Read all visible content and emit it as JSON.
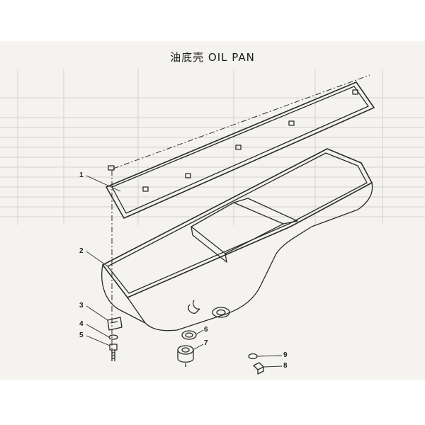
{
  "title": "油底壳 OIL PAN",
  "callouts": [
    {
      "id": "1",
      "label": "1"
    },
    {
      "id": "2",
      "label": "2"
    },
    {
      "id": "3",
      "label": "3"
    },
    {
      "id": "4",
      "label": "4"
    },
    {
      "id": "5",
      "label": "5"
    },
    {
      "id": "6",
      "label": "6"
    },
    {
      "id": "7",
      "label": "7"
    },
    {
      "id": "8",
      "label": "8"
    },
    {
      "id": "9",
      "label": "9"
    }
  ],
  "colors": {
    "paper": "#f4f3ef",
    "ink": "#2a2a2a",
    "ghost": "#c9c9c6"
  }
}
